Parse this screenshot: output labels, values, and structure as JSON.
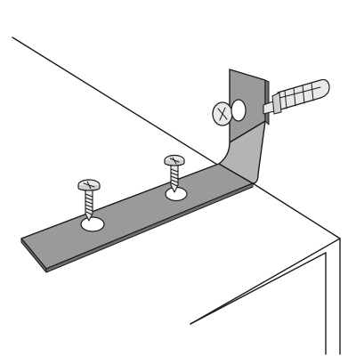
{
  "colors": {
    "background": "#ffffff",
    "outline": "#1a1a1a",
    "bracket_face": "#9a9a9a",
    "bracket_edge": "#6f6f6f",
    "bracket_inner": "#b4b4b4",
    "metal_light": "#e9e9e9",
    "metal_mid": "#cfcfcf",
    "hole": "#ffffff"
  },
  "icons": {
    "screws": "phillips-wood-screw-icon",
    "anchor": "wall-plug-anchor-icon",
    "wall_screw": "phillips-screw-head-icon"
  },
  "scene": {
    "subject": "angle-bracket-mounting",
    "screw_count": 2,
    "bracket_hole_count": 3
  }
}
